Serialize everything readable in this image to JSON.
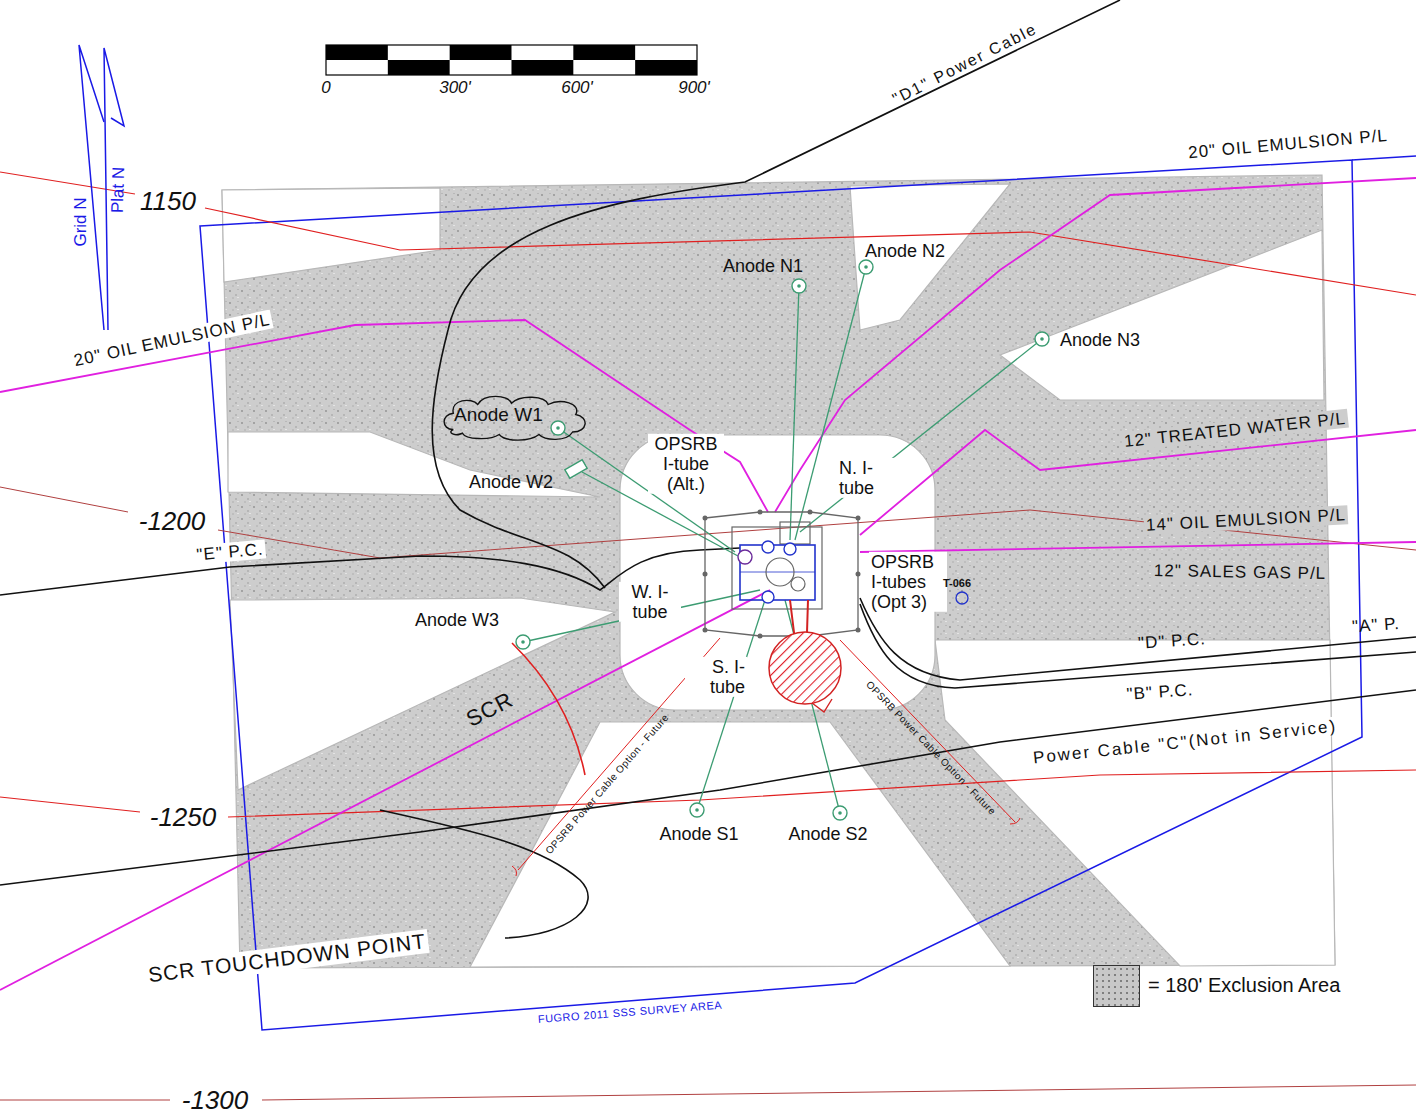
{
  "diagram": {
    "nodes": [
      {
        "text": [
          "Anode W1"
        ]
      }
    ],
    "labels": [
      "Grid N",
      "Plat N",
      "0",
      "300'",
      "600'",
      "900'",
      "\"D1\" Power Cable",
      "1150",
      "20\" OIL EMULSION P/L",
      "20\" OIL EMULSION P/L",
      "Anode N1",
      "Anode N2",
      "Anode N3",
      "Anode W2",
      "OPSRB I-tube (Alt.)",
      "N. I-tube",
      "12\" TREATED WATER P/L",
      "-1200",
      "\"E\" P.C.",
      "14\" OIL EMULSION P/L",
      "12\" SALES GAS P/L",
      "OPSRB I-tubes (Opt 3)",
      "T-066",
      "W. I-tube",
      "Anode W3",
      "\"D\" P.C.",
      "\"A\" P.",
      "S. I-tube",
      "\"B\" P.C.",
      "Power Cable \"C\"(Not in Service)",
      "SCR",
      "OPSRB Power Cable Option - Future",
      "OPSRB Power Cable Option - Future",
      "-1250",
      "Anode S1",
      "Anode S2",
      "SCR TOUCHDOWN POINT",
      "FUGRO 2011 SSS SURVEY AREA",
      "-1300"
    ],
    "legend": [
      {
        "text": "= 180' Exclusion Area",
        "color": "#c8c8c8"
      }
    ]
  }
}
